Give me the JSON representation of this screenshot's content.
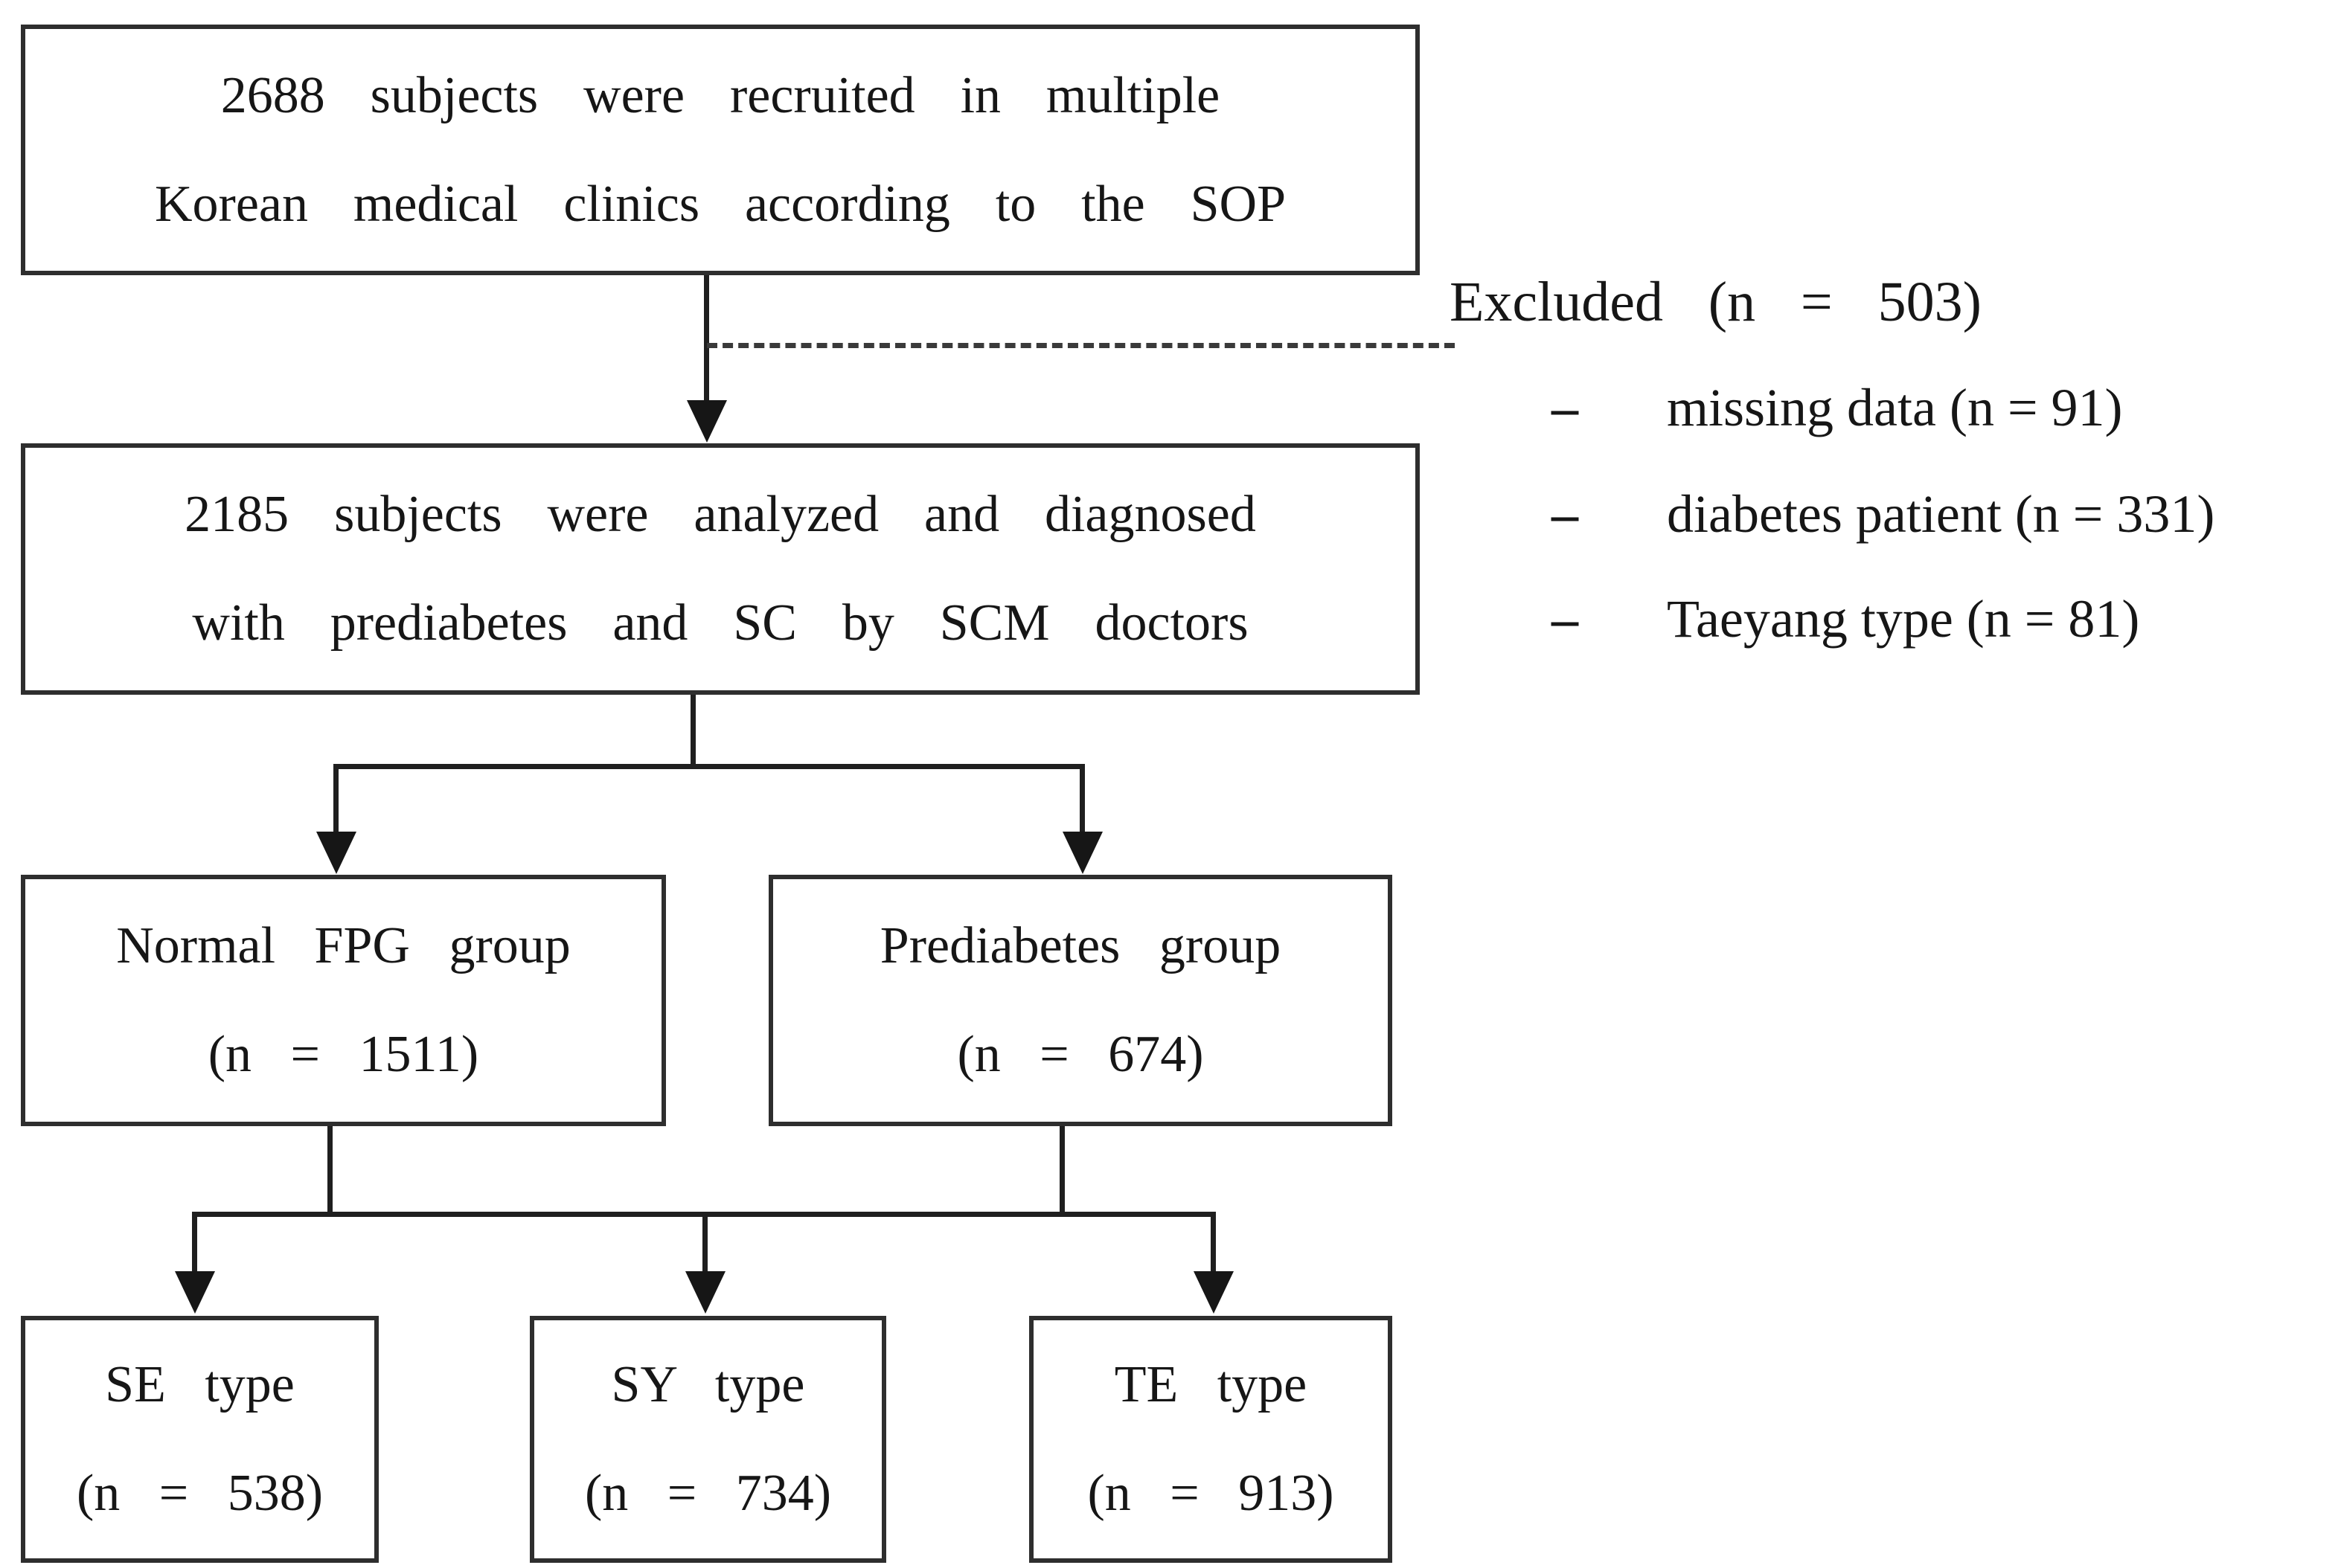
{
  "boxes": {
    "recruited": {
      "line1": "2688 subjects were recruited in multiple",
      "line2": "Korean medical clinics according to the SOP"
    },
    "analyzed": {
      "line1": "2185 subjects were analyzed and diagnosed",
      "line2": "with prediabetes and SC by SCM doctors"
    },
    "normal_fpg": {
      "line1": "Normal FPG group",
      "line2": "(n = 1511)"
    },
    "prediabetes": {
      "line1": "Prediabetes group",
      "line2": "(n = 674)"
    },
    "se_type": {
      "line1": "SE type",
      "line2": "(n = 538)"
    },
    "sy_type": {
      "line1": "SY type",
      "line2": "(n = 734)"
    },
    "te_type": {
      "line1": "TE type",
      "line2": "(n = 913)"
    }
  },
  "excluded": {
    "title": "Excluded (n = 503)",
    "bullet": "–",
    "items": [
      "missing data (n = 91)",
      "diabetes patient (n = 331)",
      "Taeyang type (n = 81)"
    ]
  },
  "colors": {
    "ink": "#161616",
    "line": "#1f1f1f",
    "border": "#2e2e2e",
    "background": "#ffffff"
  }
}
